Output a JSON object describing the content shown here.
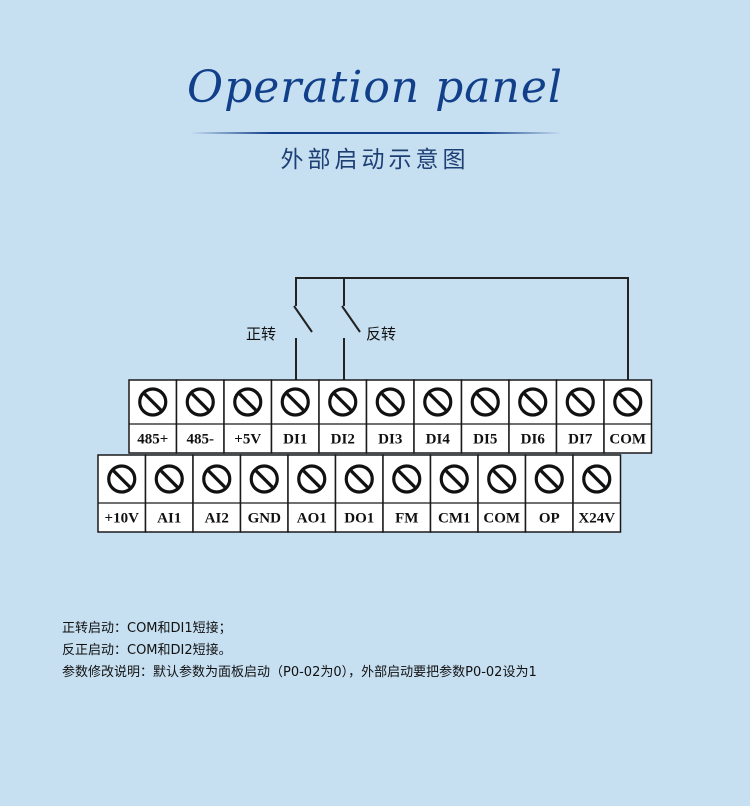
{
  "header": {
    "title": "Operation panel",
    "subtitle": "外部启动示意图"
  },
  "switches": {
    "forward_label": "正转",
    "reverse_label": "反转"
  },
  "terminal_rows": [
    [
      "485+",
      "485-",
      "+5V",
      "DI1",
      "DI2",
      "DI3",
      "DI4",
      "DI5",
      "DI6",
      "DI7",
      "COM"
    ],
    [
      "+10V",
      "AI1",
      "AI2",
      "GND",
      "AO1",
      "DO1",
      "FM",
      "CM1",
      "COM",
      "OP",
      "X24V"
    ]
  ],
  "notes": {
    "line1": "正转启动：COM和DI1短接；",
    "line2": "反正启动：COM和DI2短接。",
    "line3": "参数修改说明：默认参数为面板启动（P0-02为0），外部启动要把参数P0-02设为1"
  }
}
